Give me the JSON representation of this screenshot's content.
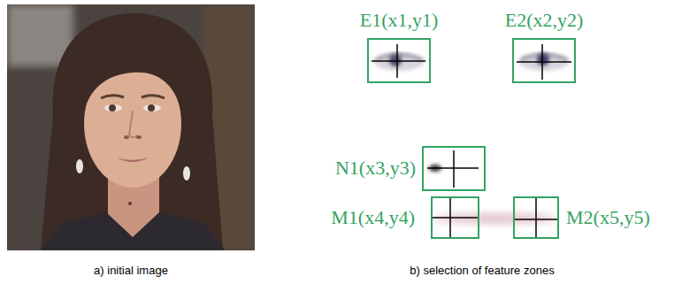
{
  "diagram": {
    "nodes": [
      {
        "text": [
          "E1(x1,y1)"
        ]
      },
      {
        "text": [
          "E2(x2,y2)"
        ]
      },
      {
        "text": [
          "N1(x3,y3)"
        ]
      },
      {
        "text": [
          "M1(x4,y4)"
        ]
      },
      {
        "text": [
          "M2(x5,y5)"
        ]
      }
    ],
    "labels": [
      "a) initial image",
      "b) selection of feature zones"
    ]
  }
}
